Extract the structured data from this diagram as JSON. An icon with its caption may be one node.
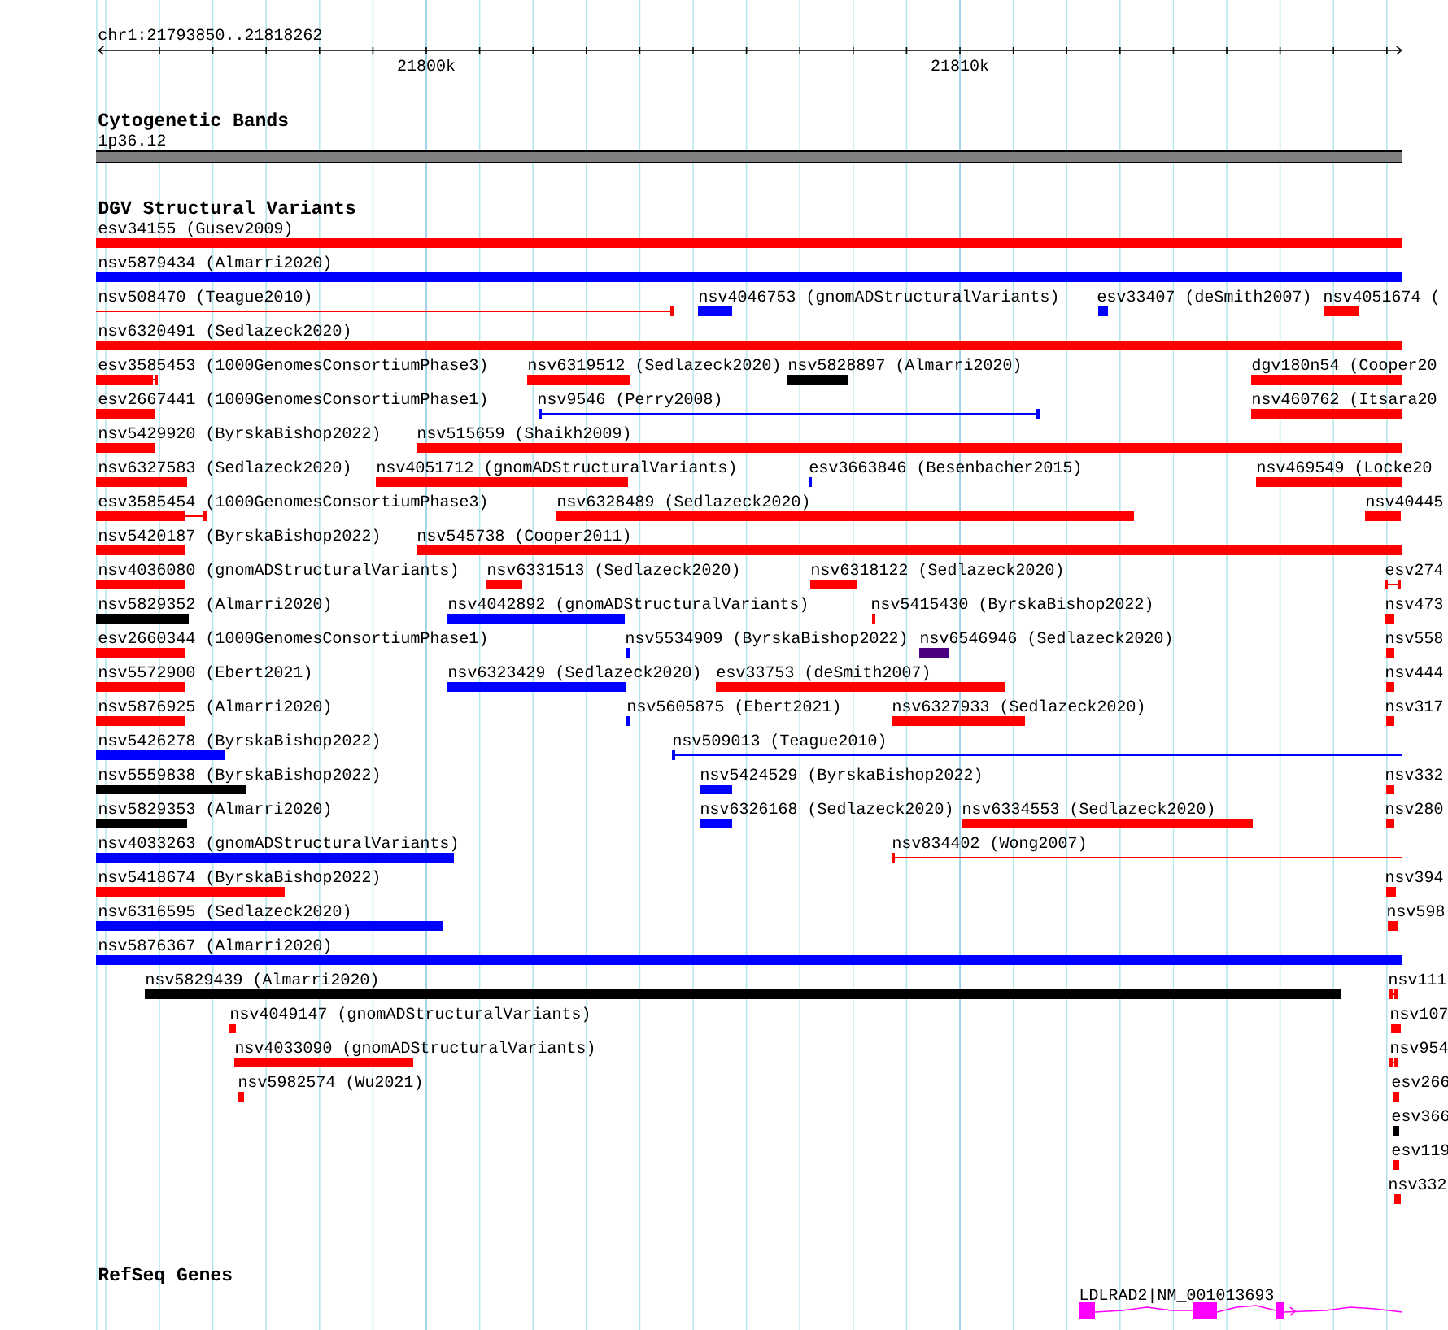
{
  "diagram": {
    "labels": [
      "chr1:21793850..21818262",
      "21800k",
      "21810k",
      "Cytogenetic Bands",
      "1p36.12",
      "DGV Structural Variants",
      "esv34155 (Gusev2009)",
      "nsv5879434 (Almarri2020)",
      "nsv508470 (Teague2010)",
      "nsv4046753 (gnomADStructuralVariants)",
      "esv33407 (deSmith2007)",
      "nsv4051674 (",
      "nsv6320491 (Sedlazeck2020)",
      "esv3585453 (1000GenomesConsortiumPhase3)",
      "nsv6319512 (Sedlazeck2020)",
      "nsv5828897 (Almarri2020)",
      "dgv180n54 (Cooper20",
      "esv2667441 (1000GenomesConsortiumPhase1)",
      "nsv9546 (Perry2008)",
      "nsv460762 (Itsara20",
      "nsv5429920 (ByrskaBishop2022)",
      "nsv515659 (Shaikh2009)",
      "nsv6327583 (Sedlazeck2020)",
      "nsv4051712 (gnomADStructuralVariants)",
      "esv3663846 (Besenbacher2015)",
      "nsv469549 (Locke20",
      "esv3585454 (1000GenomesConsortiumPhase3)",
      "nsv6328489 (Sedlazeck2020)",
      "nsv40445",
      "nsv5420187 (ByrskaBishop2022)",
      "nsv545738 (Cooper2011)",
      "nsv4036080 (gnomADStructuralVariants)",
      "nsv6331513 (Sedlazeck2020)",
      "nsv6318122 (Sedlazeck2020)",
      "esv274",
      "nsv5829352 (Almarri2020)",
      "nsv4042892 (gnomADStructuralVariants)",
      "nsv5415430 (ByrskaBishop2022)",
      "nsv473",
      "esv2660344 (1000GenomesConsortiumPhase1)",
      "nsv5534909 (ByrskaBishop2022)",
      "nsv6546946 (Sedlazeck2020)",
      "nsv558",
      "nsv5572900 (Ebert2021)",
      "nsv6323429 (Sedlazeck2020)",
      "esv33753 (deSmith2007)",
      "nsv444",
      "nsv5876925 (Almarri2020)",
      "nsv5605875 (Ebert2021)",
      "nsv6327933 (Sedlazeck2020)",
      "nsv317",
      "nsv5426278 (ByrskaBishop2022)",
      "nsv509013 (Teague2010)",
      "nsv5559838 (ByrskaBishop2022)",
      "nsv5424529 (ByrskaBishop2022)",
      "nsv332",
      "nsv5829353 (Almarri2020)",
      "nsv6326168 (Sedlazeck2020)",
      "nsv6334553 (Sedlazeck2020)",
      "nsv280",
      "nsv4033263 (gnomADStructuralVariants)",
      "nsv834402 (Wong2007)",
      "nsv5418674 (ByrskaBishop2022)",
      "nsv394",
      "nsv6316595 (Sedlazeck2020)",
      "nsv598",
      "nsv5876367 (Almarri2020)",
      "nsv5829439 (Almarri2020)",
      "nsv111",
      "nsv4049147 (gnomADStructuralVariants)",
      "nsv107",
      "nsv4033090 (gnomADStructuralVariants)",
      "nsv954",
      "nsv5982574 (Wu2021)",
      "esv266",
      "esv366",
      "esv119",
      "nsv332",
      "RefSeq Genes",
      "LDLRAD2|NM_001013693"
    ]
  }
}
